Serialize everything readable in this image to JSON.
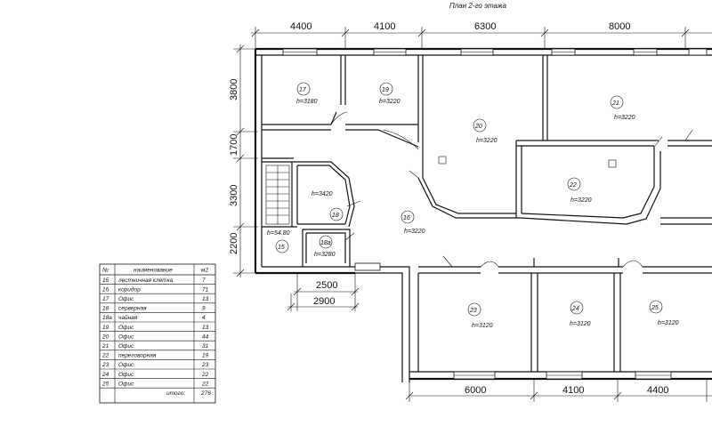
{
  "title": "План 2-го этажа",
  "dims_top": [
    "4400",
    "4100",
    "6300",
    "8000"
  ],
  "dims_left": [
    "3800",
    "1700",
    "3300",
    "2200"
  ],
  "dims_bottom_left": [
    "2500",
    "2900"
  ],
  "dims_bottom": [
    "6000",
    "4100",
    "4400"
  ],
  "rooms": {
    "r17": {
      "num": "17",
      "h": "h=3180"
    },
    "r19": {
      "num": "19",
      "h": "h=3220"
    },
    "r20": {
      "num": "20",
      "h": "h=3220"
    },
    "r21": {
      "num": "21",
      "h": "h=3220"
    },
    "r22": {
      "num": "22",
      "h": "h=3220"
    },
    "r18": {
      "num": "18",
      "h": "h=3420"
    },
    "r16": {
      "num": "16",
      "h": "h=3220"
    },
    "r15": {
      "num": "15",
      "h": "h=54.80"
    },
    "r18a": {
      "num": "18a",
      "h": "h=3280"
    },
    "r23": {
      "num": "23",
      "h": "h=3120"
    },
    "r24": {
      "num": "24",
      "h": "h=3120"
    },
    "r25": {
      "num": "25",
      "h": "h=3120"
    }
  },
  "table": {
    "headers": [
      "№",
      "наименование",
      "м2"
    ],
    "rows": [
      [
        "15",
        "лестничная клетка",
        "7"
      ],
      [
        "16",
        "коридор",
        "71"
      ],
      [
        "17",
        "Офис",
        "13"
      ],
      [
        "18",
        "серверная",
        "9"
      ],
      [
        "18а",
        "чайная",
        "4"
      ],
      [
        "19",
        "Офис",
        "13"
      ],
      [
        "20",
        "Офис",
        "44"
      ],
      [
        "21",
        "Офис",
        "31"
      ],
      [
        "22",
        "переговорная",
        "19"
      ],
      [
        "23",
        "Офис",
        "23"
      ],
      [
        "24",
        "Офис",
        "22"
      ],
      [
        "25",
        "Офис",
        "22"
      ]
    ],
    "total_label": "итого:",
    "total_value": "276"
  }
}
